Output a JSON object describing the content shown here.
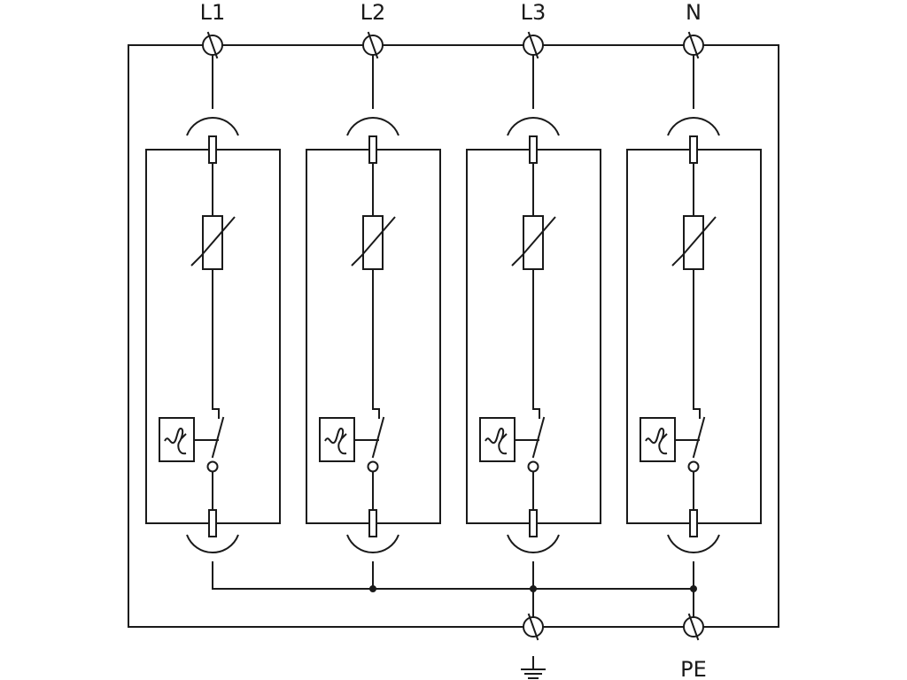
{
  "diagram": {
    "type": "surge-protective-device-schematic",
    "colors": {
      "line": "#1a1a1a",
      "background": "#ffffff"
    },
    "terminals_top": [
      {
        "label": "L1",
        "icon": "screw-terminal-icon"
      },
      {
        "label": "L2",
        "icon": "screw-terminal-icon"
      },
      {
        "label": "L3",
        "icon": "screw-terminal-icon"
      },
      {
        "label": "N",
        "icon": "screw-terminal-icon"
      }
    ],
    "terminals_bottom": [
      {
        "label": "",
        "icon": "ground-icon"
      },
      {
        "label": "PE",
        "icon": "screw-terminal-icon"
      }
    ],
    "modules": [
      {
        "phase": "L1",
        "components": [
          "fuse-icon",
          "varistor-icon",
          "thermal-disconnector-icon",
          "switch-contact-icon",
          "fuse-icon"
        ]
      },
      {
        "phase": "L2",
        "components": [
          "fuse-icon",
          "varistor-icon",
          "thermal-disconnector-icon",
          "switch-contact-icon",
          "fuse-icon"
        ]
      },
      {
        "phase": "L3",
        "components": [
          "fuse-icon",
          "varistor-icon",
          "thermal-disconnector-icon",
          "switch-contact-icon",
          "fuse-icon"
        ]
      },
      {
        "phase": "N",
        "components": [
          "fuse-icon",
          "varistor-icon",
          "thermal-disconnector-icon",
          "switch-contact-icon",
          "fuse-icon"
        ]
      }
    ]
  }
}
